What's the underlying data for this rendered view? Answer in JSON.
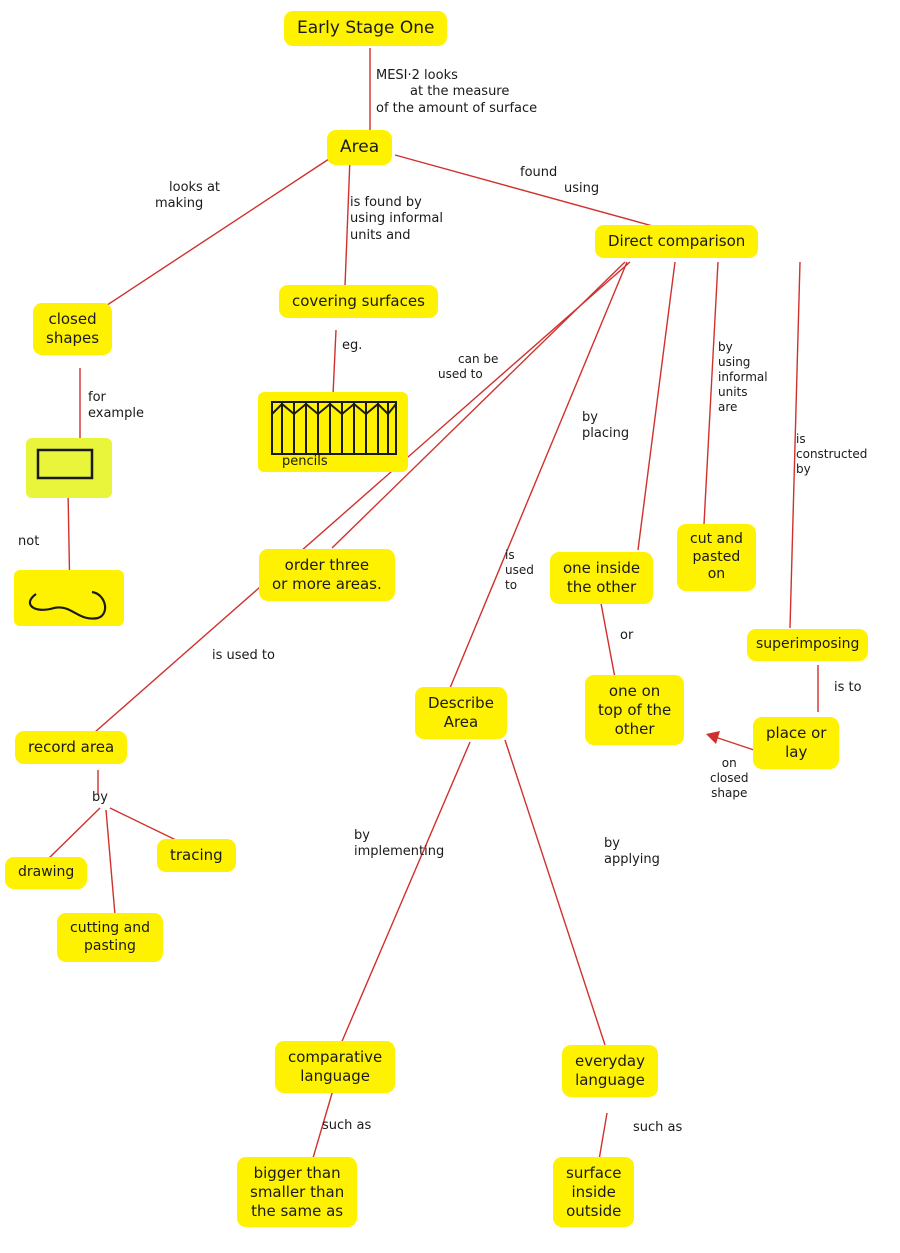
{
  "nodes": {
    "early_stage": "Early Stage One",
    "area": "Area",
    "closed_shapes": [
      "closed",
      "shapes"
    ],
    "covering_surfaces": "covering surfaces",
    "direct_comparison": "Direct comparison",
    "pencils": "pencils",
    "order_three": [
      "order three",
      "or more areas."
    ],
    "one_inside": [
      "one inside",
      "the other"
    ],
    "cut_pasted": [
      "cut and",
      "pasted",
      "on"
    ],
    "superimposing": "superimposing",
    "one_on_top": [
      "one on",
      "top of the",
      "other"
    ],
    "place_or_lay": [
      "place or",
      "lay"
    ],
    "describe_area": [
      "Describe",
      "Area"
    ],
    "record_area": "record area",
    "drawing": "drawing",
    "tracing": "tracing",
    "cutting_pasting": [
      "cutting and",
      "pasting"
    ],
    "comparative": [
      "comparative",
      "language"
    ],
    "everyday": [
      "everyday",
      "language"
    ],
    "bigger": [
      "bigger than",
      "smaller than",
      "the same as"
    ],
    "surface": [
      "surface",
      "inside",
      "outside"
    ]
  },
  "labels": {
    "mesi": [
      "MESI·2 looks",
      "at the measure",
      "of the amount of surface"
    ],
    "looks_at": [
      "looks at",
      "making"
    ],
    "is_found_by": [
      "is found by",
      "using informal",
      "units and"
    ],
    "found_using": [
      "found",
      "using"
    ],
    "eg": "eg.",
    "for_example": [
      "for",
      "example"
    ],
    "not": "not",
    "can_be_used": [
      "can be",
      "used to"
    ],
    "by_placing": [
      "by",
      "placing"
    ],
    "by_using": [
      "by",
      "using",
      "informal",
      "units",
      "are"
    ],
    "is_constructed": [
      "is",
      "constructed",
      "by"
    ],
    "is_used_to_1": [
      "is",
      "used",
      "to"
    ],
    "is_used_to_2": "is used to",
    "or": "or",
    "is_to": "is to",
    "on_closed": [
      "on",
      "closed",
      "shape"
    ],
    "by": "by",
    "by_implementing": [
      "by",
      "implementing"
    ],
    "by_applying": [
      "by",
      "applying"
    ],
    "such_as_1": "such as",
    "such_as_2": "such as"
  },
  "colors": {
    "highlight": "#fff200",
    "line": "#d0312d",
    "ink": "#1a1a1a",
    "green": "#3ecf3e"
  },
  "icons": {
    "pencils": "pencils-sketch",
    "rectangle": "closed-rectangle-sketch",
    "open_curve": "open-curve-sketch"
  }
}
